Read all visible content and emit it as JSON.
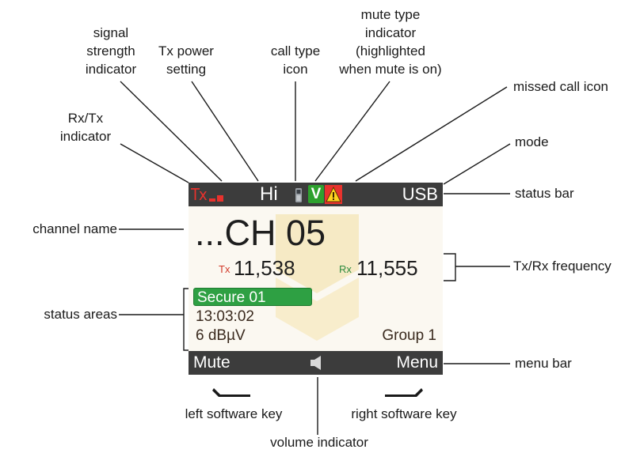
{
  "callouts": {
    "signal_strength": "signal\nstrength\nindicator",
    "tx_power": "Tx power\nsetting",
    "call_type": "call type\nicon",
    "mute_type": "mute type\nindicator\n(highlighted\nwhen mute is on)",
    "missed_call": "missed call icon",
    "rx_tx": "Rx/Tx\nindicator",
    "mode": "mode",
    "status_bar": "status bar",
    "channel_name": "channel name",
    "tx_rx_frequency": "Tx/Rx frequency",
    "status_areas": "status areas",
    "menu_bar": "menu bar",
    "left_software_key": "left software key",
    "right_software_key": "right software key",
    "volume_indicator": "volume indicator"
  },
  "screen": {
    "status_bar": {
      "rx_tx": "Tx",
      "tx_power": "Hi",
      "call_type_icon": "handset-icon",
      "mute_type": "V",
      "missed_call_icon": "warning-icon",
      "mode": "USB"
    },
    "channel_name": "...CH 05",
    "tx_tag": "Tx",
    "tx_freq": "11,538",
    "rx_tag": "Rx",
    "rx_freq": "11,555",
    "status_areas": {
      "secure": "Secure 01",
      "time": "13:03:02",
      "level": "6 dBµV",
      "group": "Group 1"
    },
    "menu_bar": {
      "left_key": "Mute",
      "volume_icon": "speaker-icon",
      "right_key": "Menu"
    }
  },
  "colors": {
    "bar": "#3c3c3c",
    "tx_red": "#e8322d",
    "voice_green": "#2ea12e",
    "secure_green": "#2ea043",
    "watermark": "#f0d98a"
  }
}
